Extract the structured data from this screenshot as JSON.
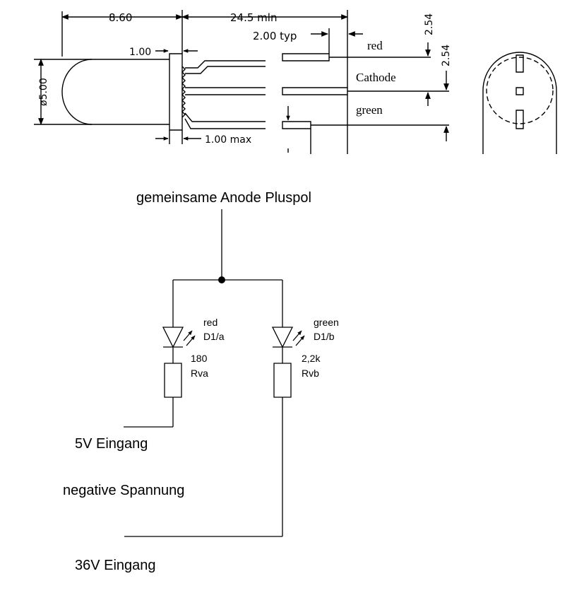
{
  "drawing": {
    "dims": {
      "length_860": "8.60",
      "length_245": "24.5 mln",
      "typ_200": "2.00 typ",
      "flange_100": "1.00",
      "max_100": "1.00 max",
      "dia_500": "ø5.00",
      "pitch_a": "2.54",
      "pitch_b": "2.54"
    },
    "leads": {
      "red": "red",
      "cathode": "Cathode",
      "green": "green"
    }
  },
  "circuit": {
    "anode_label": "gemeinsame Anode Pluspol",
    "led_a": {
      "color": "red",
      "ref": "D1/a"
    },
    "led_b": {
      "color": "green",
      "ref": "D1/b"
    },
    "res_a": {
      "value": "180",
      "ref": "Rva"
    },
    "res_b": {
      "value": "2,2k",
      "ref": "Rvb"
    },
    "input_5v": "5V Eingang",
    "negative": "negative Spannung",
    "input_36v": "36V Eingang"
  }
}
